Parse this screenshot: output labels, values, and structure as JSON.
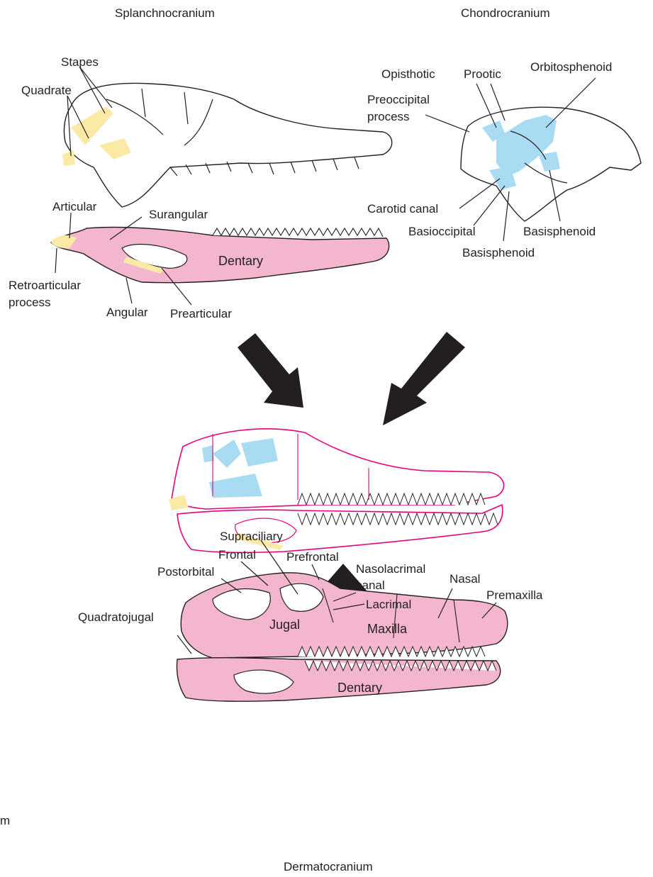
{
  "colors": {
    "dermatocranium": "#f4b6cf",
    "splanchnocranium": "#fbe9a6",
    "chondrocranium": "#a9dcf2",
    "composite_outline": "#e6007e",
    "ink": "#231f20"
  },
  "sections": {
    "splanchnocranium": "Splanchnocranium",
    "chondrocranium": "Chondrocranium",
    "dermatocranium": "Dermatocranium"
  },
  "splanchno_labels": {
    "stapes": "Stapes",
    "quadrate": "Quadrate",
    "articular": "Articular",
    "surangular": "Surangular",
    "dentary": "Dentary",
    "retroarticular_1": "Retroarticular",
    "retroarticular_2": "process",
    "angular": "Angular",
    "prearticular": "Prearticular"
  },
  "chondro_labels": {
    "opisthotic": "Opisthotic",
    "prootic": "Prootic",
    "orbitosphenoid": "Orbitosphenoid",
    "preoccipital_1": "Preoccipital",
    "preoccipital_2": "process",
    "carotid_canal": "Carotid canal",
    "basioccipital": "Basioccipital",
    "basisphenoid_a": "Basisphenoid",
    "basisphenoid_b": "Basisphenoid"
  },
  "dermato_labels": {
    "supraciliary": "Supraciliary",
    "frontal": "Frontal",
    "prefrontal": "Prefrontal",
    "postorbital": "Postorbital",
    "nasolacrimal_1": "Nasolacrimal",
    "nasolacrimal_2": "canal",
    "nasal": "Nasal",
    "premaxilla": "Premaxilla",
    "lacrimal": "Lacrimal",
    "quadratojugal": "Quadratojugal",
    "jugal": "Jugal",
    "maxilla": "Maxilla",
    "dentary": "Dentary"
  },
  "edge_fragment": "m"
}
